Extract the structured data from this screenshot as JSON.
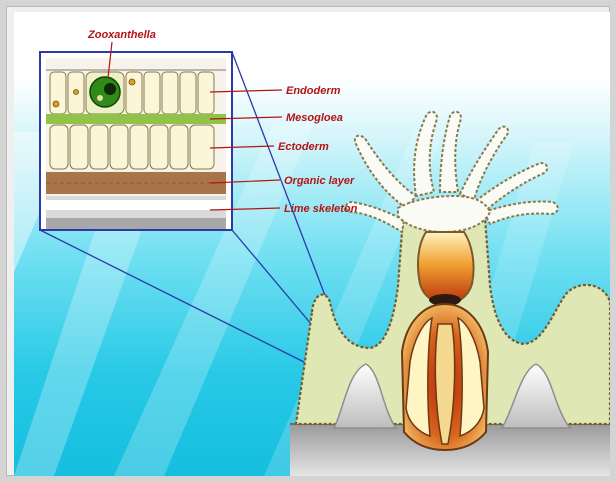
{
  "diagram": {
    "labels": {
      "zooxanthellae": "Zooxanthella",
      "endoderm": "Endoderm",
      "mesogloea": "Mesogloea",
      "ectoderm": "Ectoderm",
      "organic_layer": "Organic layer",
      "lime_skeleton": "Lime skeleton"
    },
    "colors": {
      "label_text": "#b41414",
      "leader_line": "#b41414",
      "callout_border": "#2b3aa8",
      "zooxanthella_body": "#2f8a18",
      "mesogloea_band": "#8fc34a",
      "organic_layer": "#a8744a",
      "polyp_tissue": "#dfe8b4",
      "gastric_cavity": "#d2531a",
      "sea_water": "#28c9e6"
    }
  }
}
